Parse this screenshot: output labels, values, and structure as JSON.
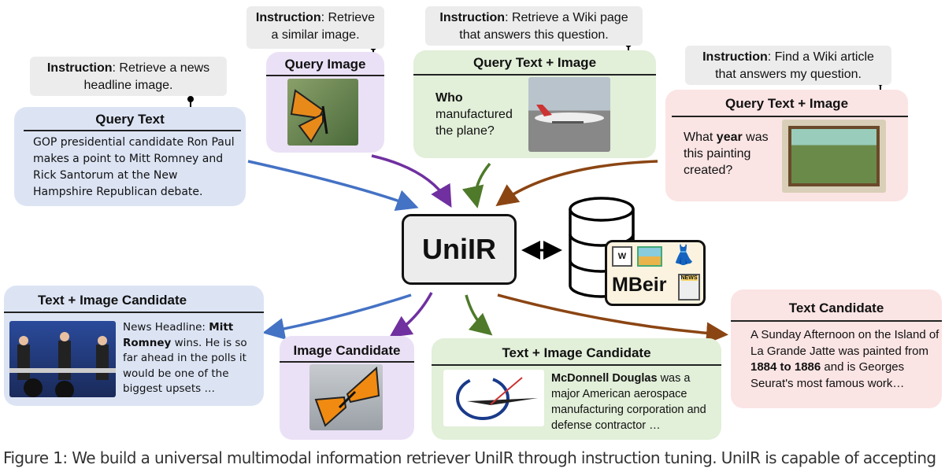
{
  "instructions": [
    {
      "label": "Instruction",
      "text": "Retrieve a news headline image."
    },
    {
      "label": "Instruction",
      "text": "Retrieve a similar image."
    },
    {
      "label": "Instruction",
      "text": "Retrieve a Wiki page that answers this question."
    },
    {
      "label": "Instruction",
      "text": "Find a Wiki article that answers my question."
    }
  ],
  "queries": {
    "text": {
      "title": "Query Text",
      "body": "GOP presidential candidate Ron Paul makes a point to Mitt Romney and Rick Santorum at the New Hampshire Republican debate."
    },
    "image": {
      "title": "Query Image"
    },
    "text_image_1": {
      "title": "Query Text + Image",
      "bold": "Who",
      "body": "manufactured the plane?"
    },
    "text_image_2": {
      "title": "Query Text + Image",
      "pre": "What ",
      "bold": "year",
      "body": " was this painting created?"
    }
  },
  "center": {
    "model": "UniIR",
    "database": "MBeir",
    "db_icons": [
      "wiki-page-icon",
      "image-gallery-icon",
      "fashion-icon",
      "newspaper-icon"
    ],
    "news_label": "NEWS"
  },
  "candidates": {
    "text_image_1": {
      "title": "Text + Image Candidate",
      "pre": "News Headline: ",
      "bold": "Mitt Romney",
      "body": " wins. He is so far ahead in the polls it would be one of the biggest upsets …"
    },
    "image": {
      "title": "Image Candidate"
    },
    "text_image_2": {
      "title": "Text + Image Candidate",
      "bold": "McDonnell Douglas",
      "body": " was a major American aerospace manufacturing corporation and defense contractor …"
    },
    "text": {
      "title": "Text Candidate",
      "pre": "A Sunday Afternoon on the Island of La Grande Jatte was painted from ",
      "bold": "1884 to 1886",
      "body": " and is Georges Seurat's most famous work…"
    }
  },
  "caption": "Figure 1: We build a universal multimodal information retriever UniIR through instruction tuning. UniIR is capable of accepting",
  "colors": {
    "blue": "#4472c4",
    "purple": "#7030a0",
    "green": "#4e7a2a",
    "brown": "#8b4513"
  }
}
